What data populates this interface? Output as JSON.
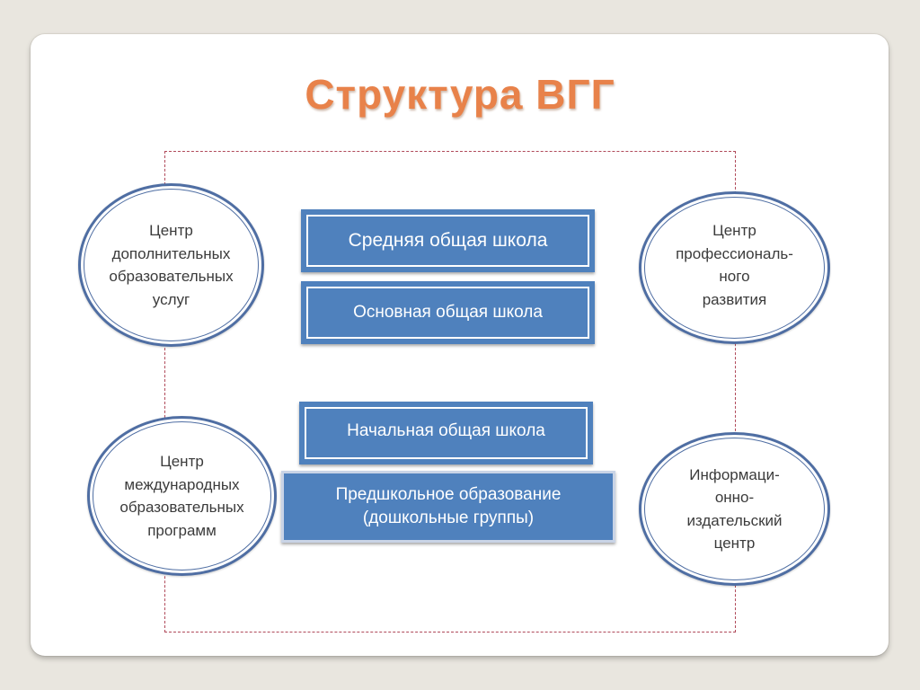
{
  "slide": {
    "title": "Структура ВГГ"
  },
  "levels": [
    {
      "label": "Средняя общая школа"
    },
    {
      "label": "Основная общая школа"
    },
    {
      "label": "Начальная общая школа"
    },
    {
      "label": "Предшкольное образование\n(дошкольные группы)"
    }
  ],
  "centers": [
    {
      "label": "Центр\nдополнительных\nобразовательных\nуслуг"
    },
    {
      "label": "Центр\nпрофессиональ-\nного\nразвития"
    },
    {
      "label": "Центр\nмеждународных\nобразовательных\nпрограмм"
    },
    {
      "label": "Информаци-\nонно-\nиздательский\nцентр"
    }
  ],
  "colors": {
    "title": "#e8824a",
    "box_fill": "#4f81bd",
    "oval_border": "#4f6ea3",
    "frame": "#b04a5a"
  }
}
